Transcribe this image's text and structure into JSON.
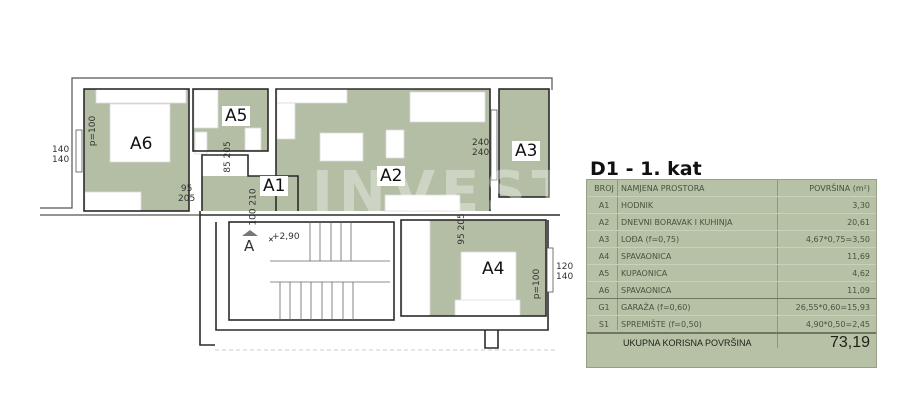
{
  "title": "D1 - 1. kat",
  "watermark": "INVESTA",
  "colors": {
    "room_fill": "#b4bea4",
    "table_fill": "#b6c1a5",
    "wall": "#2b2b2b",
    "text": "#111111"
  },
  "floor_plan": {
    "rooms": [
      {
        "id": "A1",
        "label": "A1"
      },
      {
        "id": "A2",
        "label": "A2"
      },
      {
        "id": "A3",
        "label": "A3"
      },
      {
        "id": "A4",
        "label": "A4"
      },
      {
        "id": "A5",
        "label": "A5"
      },
      {
        "id": "A6",
        "label": "A6"
      }
    ],
    "entrance_label": "A",
    "elevation": "+2,90",
    "dimensions": {
      "window_a6_left": [
        "140",
        "140"
      ],
      "sill_a6": "p=100",
      "door_a5": [
        "85",
        "205"
      ],
      "door_a6": [
        "95",
        "205"
      ],
      "door_entry": [
        "100",
        "210"
      ],
      "window_a2_a3": [
        "240",
        "240"
      ],
      "door_a4": [
        "95",
        "205"
      ],
      "window_a4_right": [
        "120",
        "140"
      ],
      "sill_a4": "p=100"
    }
  },
  "area_table": {
    "headers": {
      "broj": "BROJ",
      "namjena": "NAMJENA PROSTORA",
      "povrsina": "POVRŠINA (m²)"
    },
    "rows": [
      {
        "broj": "A1",
        "namjena": "HODNIK",
        "povrsina": "3,30"
      },
      {
        "broj": "A2",
        "namjena": "DNEVNI BORAVAK I KUHINJA",
        "povrsina": "20,61"
      },
      {
        "broj": "A3",
        "namjena": "LOĐA (f=0,75)",
        "povrsina": "4,67*0,75=3,50"
      },
      {
        "broj": "A4",
        "namjena": "SPAVAONICA",
        "povrsina": "11,69"
      },
      {
        "broj": "A5",
        "namjena": "KUPAONICA",
        "povrsina": "4,62"
      },
      {
        "broj": "A6",
        "namjena": "SPAVAONICA",
        "povrsina": "11,09"
      },
      {
        "broj": "G1",
        "namjena": "GARAŽA (f=0,60)",
        "povrsina": "26,55*0,60=15,93"
      },
      {
        "broj": "S1",
        "namjena": "SPREMIŠTE (f=0,50)",
        "povrsina": "4,90*0,50=2,45"
      }
    ],
    "total_label": "UKUPNA KORISNA POVRŠINA",
    "total_value": "73,19"
  }
}
